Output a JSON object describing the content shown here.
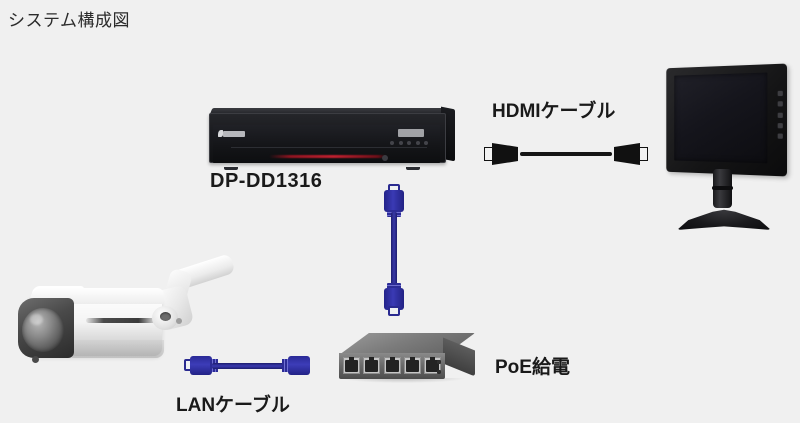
{
  "page": {
    "title": "システム構成図",
    "background_color": "#f0f0f0"
  },
  "labels": {
    "dvr": "DP-DD1316",
    "hdmi_cable": "HDMIケーブル",
    "lan_cable": "LANケーブル",
    "poe": "PoE給電"
  },
  "devices": {
    "dvr": {
      "name": "DP-DD1316",
      "type": "digital-video-recorder",
      "color": "#15161a",
      "accent_color": "#c0202f"
    },
    "monitor": {
      "type": "lcd-monitor",
      "color": "#141415"
    },
    "switch": {
      "type": "poe-network-switch",
      "color": "#7c7c7c",
      "port_count": 5
    },
    "camera": {
      "type": "bullet-ip-camera",
      "color": "#ffffff",
      "lens_color": "#4a4a4a"
    }
  },
  "cables": {
    "hdmi": {
      "label": "HDMIケーブル",
      "color": "#111111",
      "connects": "DP-DD1316 → モニター"
    },
    "ethernet_vertical": {
      "label": "LANケーブル",
      "color": "#2a2a8c",
      "connects": "DP-DD1316 → PoEスイッチ"
    },
    "ethernet_horizontal": {
      "label": "LANケーブル",
      "color": "#2a2a8c",
      "connects": "カメラ → PoEスイッチ"
    }
  },
  "icons": {
    "rj45": "rj45-connector-icon",
    "hdmi": "hdmi-connector-icon"
  }
}
